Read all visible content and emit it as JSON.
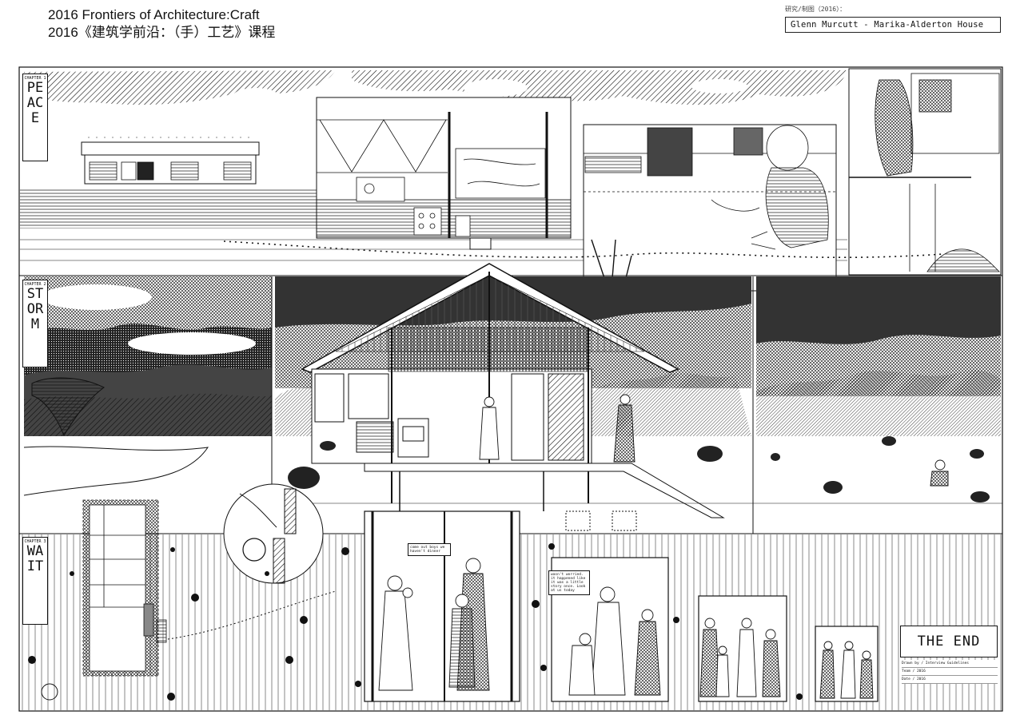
{
  "header": {
    "title_en": "2016 Frontiers of Architecture:Craft",
    "title_cn": "2016《建筑学前沿：（手）工艺》课程",
    "credit_label": "研究/制图（2016）：",
    "project": "Glenn Murcutt - Marika-Alderton House"
  },
  "chapters": [
    {
      "num": "CHAPTER 1",
      "word": "PEACE"
    },
    {
      "num": "CHAPTER 2",
      "word": "STORM"
    },
    {
      "num": "CHAPTER 3",
      "word": "WAIT"
    }
  ],
  "speech_bubbles": [
    "come out boys we haven't dinner",
    "wasn't worried. it happened like it was a little story once. Look at us today"
  ],
  "ending": {
    "title": "THE END",
    "notes": [
      "Drawn by  / Interview Guidelines",
      "Team / 2016",
      "Date / 2016"
    ]
  },
  "colors": {
    "ink": "#111111",
    "paper": "#ffffff",
    "mid": "#555555"
  }
}
